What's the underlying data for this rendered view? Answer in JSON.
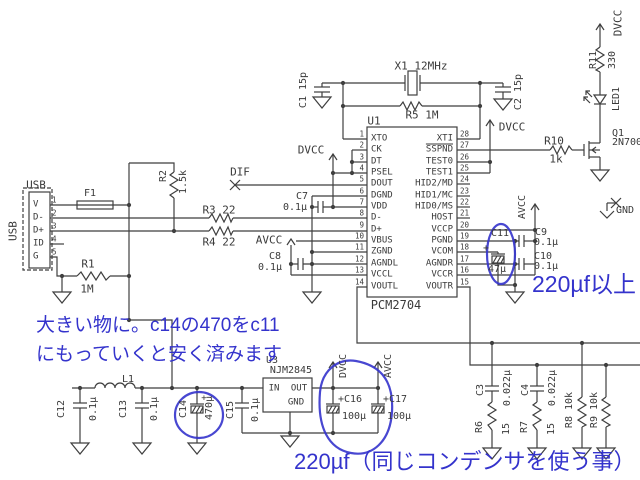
{
  "annotations": {
    "color": "#3433cc",
    "note1": "大きい物に。c14の470をc11",
    "note2": "にもっていくと安く済みます",
    "note3": "220µf以上",
    "note4": "220µf（同じコンデンサを使う事）"
  },
  "ic": {
    "ref": "U1",
    "part": "PCM2704",
    "left": [
      "XTO",
      "CK",
      "DT",
      "PSEL",
      "DOUT",
      "DGND",
      "VDD",
      "D-",
      "D+",
      "VBUS",
      "ZGND",
      "AGNDL",
      "VCCL",
      "VOUTL"
    ],
    "right": [
      "XTI",
      "SSPND",
      "TEST0",
      "TEST1",
      "HID2/MD",
      "HID1/MC",
      "HID0/MS",
      "HOST",
      "VCCP",
      "PGND",
      "VCOM",
      "AGNDR",
      "VCCR",
      "VOUTR"
    ]
  },
  "usb": {
    "title": "USB",
    "side": "USB",
    "pins": [
      "V",
      "D-",
      "D+",
      "ID",
      "G"
    ],
    "numbers": [
      "1",
      "2",
      "3",
      "4",
      "5"
    ]
  },
  "labels": {
    "f1": "F1",
    "r1": "R1",
    "r1v": "1M",
    "r2": "R2",
    "r2v": "1.5k",
    "r3": "R3 22",
    "r4": "R4 22",
    "dif": "DIF",
    "dvcc": "DVCC",
    "avcc": "AVCC",
    "gnd": "GND",
    "c7": "C7",
    "c7v": "0.1µ",
    "c8": "C8",
    "c8v": "0.1µ",
    "x1": "X1 12MHz",
    "c1": "C1 15p",
    "c2": "C2 15p",
    "r5": "R5 1M",
    "r10": "R10",
    "r10v": "1k",
    "q1": "Q1",
    "q1v": "2N7000",
    "r11": "R11",
    "r11v": "330",
    "led1": "LED1",
    "c9": "C9",
    "c9v": "0.1µ",
    "c10": "C10",
    "c10v": "0.1µ",
    "c11": "C11",
    "c11v": "47µ",
    "plus": "+",
    "c3": "C3",
    "c3v": "0.022µ",
    "r6": "R6",
    "r6v": "15",
    "c4": "C4",
    "c4v": "0.022µ",
    "r7": "R7",
    "r7v": "15",
    "r8": "R8 10k",
    "r9": "R9 10k",
    "c12": "C12",
    "c12v": "0.1µ",
    "c13": "C13",
    "c13v": "0.1µ",
    "l1": "L1",
    "c14": "C14",
    "c14v": "470µ",
    "c15": "C15",
    "c15v": "0.1µ",
    "u3": "U3",
    "u3part": "NJM2845",
    "u3in": "IN",
    "u3out": "OUT",
    "u3gnd": "GND",
    "c16": "+C16",
    "c16v": "100µ",
    "c17": "+C17",
    "c17v": "100µ"
  }
}
